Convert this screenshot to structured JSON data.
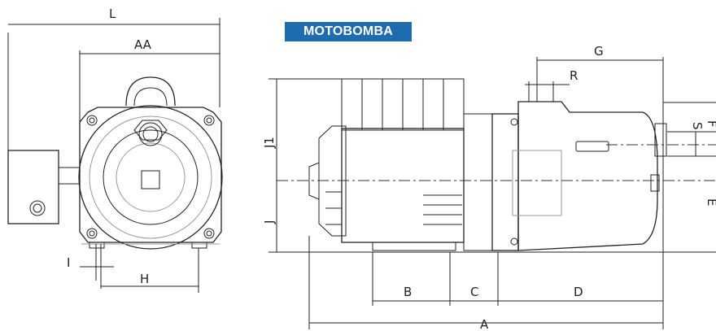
{
  "title_badge": "MOTOBOMBA",
  "labels": {
    "L": "L",
    "AA": "AA",
    "I": "I",
    "H": "H",
    "G": "G",
    "R": "R",
    "S": "S",
    "F": "F",
    "E": "E",
    "J1": "J1",
    "J": "J",
    "B": "B",
    "C": "C",
    "D": "D",
    "A": "A"
  },
  "colors": {
    "badge": "#1f6bb0",
    "line": "#222222",
    "hidden": "#9a9a9a"
  }
}
